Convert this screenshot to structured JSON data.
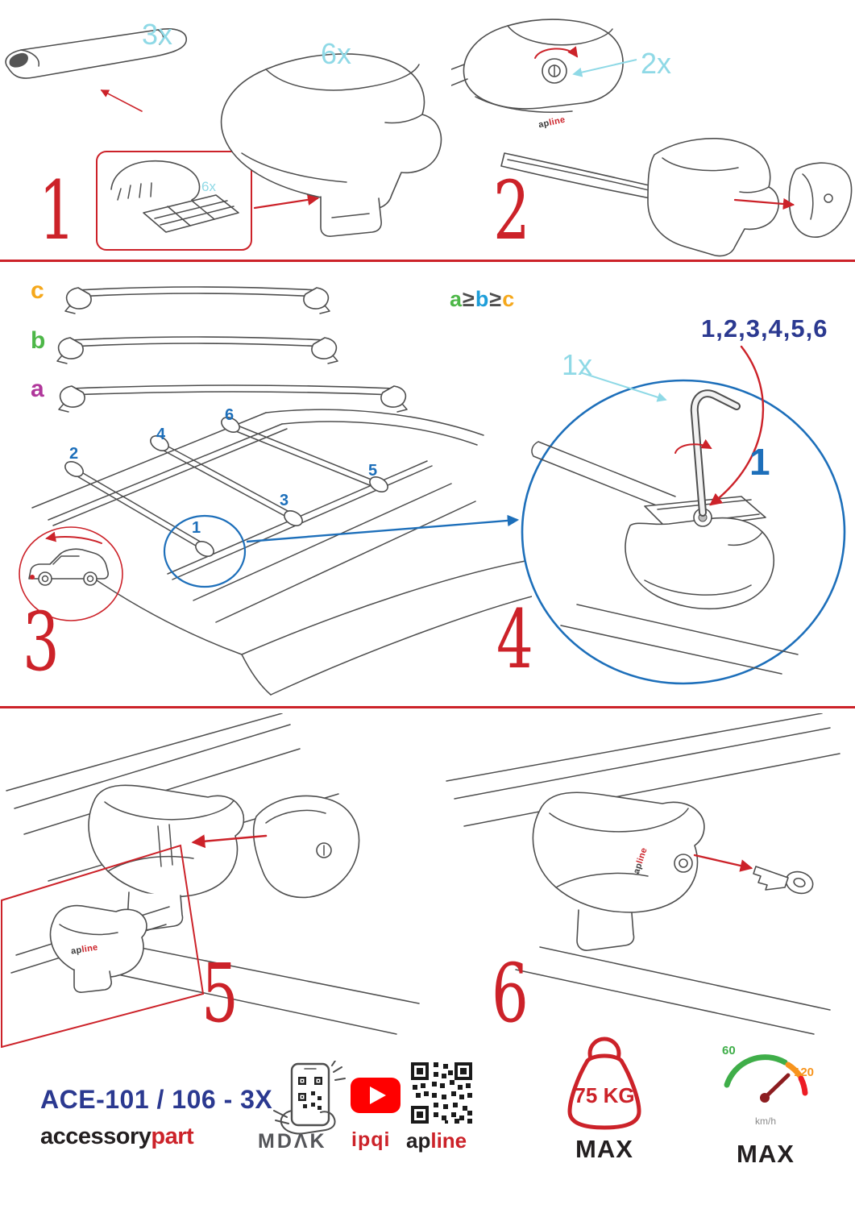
{
  "colors": {
    "accent_red": "#cc2229",
    "quantity_cyan": "#8fd9e6",
    "step_blue": "#1d6fba",
    "navy": "#2b3990",
    "label_a": "#b0379b",
    "label_b": "#4db748",
    "label_c": "#f5a81c",
    "formula_a": "#4db748",
    "formula_b": "#1d9ed9",
    "formula_c": "#f5a81c",
    "youtube_red": "#ff0000",
    "gauge_green": "#3fae49",
    "gauge_orange": "#f7941d",
    "gauge_red": "#ed1c24",
    "ink": "#4e4e4e"
  },
  "step1": {
    "number": "1",
    "bar_qty": "3x",
    "foot_qty": "6x",
    "pad_qty": "6x"
  },
  "step2": {
    "number": "2",
    "lock_qty": "2x"
  },
  "step3": {
    "number": "3",
    "label_a": "a",
    "label_b": "b",
    "label_c": "c",
    "formula_a": "a",
    "formula_ge1": "≥",
    "formula_b": "b",
    "formula_ge2": "≥",
    "formula_c": "c",
    "pos": [
      "1",
      "2",
      "3",
      "4",
      "5",
      "6"
    ]
  },
  "step4": {
    "number": "4",
    "key_qty": "1x",
    "sequence": "1,2,3,4,5,6",
    "first_step": "1"
  },
  "step5": {
    "number": "5"
  },
  "step6": {
    "number": "6"
  },
  "brand": {
    "ap": "ap",
    "line": "line"
  },
  "footer": {
    "model": "ACE-101 / 106 - 3X",
    "accessory": "accessory",
    "part": "part",
    "mdak": "MDΛK",
    "ipqi": "ipqi",
    "weight_value": "75 KG",
    "weight_max": "MAX",
    "speed_low": "60",
    "speed_high": "120",
    "speed_unit": "km/h",
    "speed_max": "MAX"
  }
}
